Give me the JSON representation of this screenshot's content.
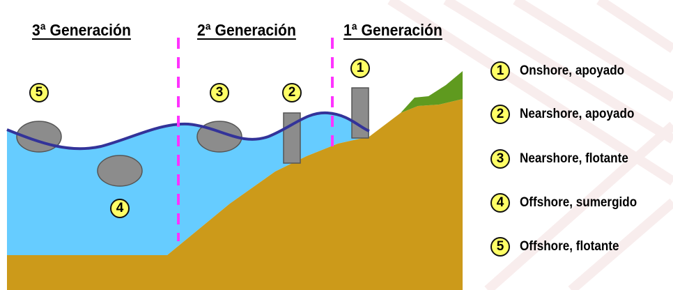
{
  "headings": {
    "gen3": "3ª Generación",
    "gen2": "2ª Generación",
    "gen1": "1ª Generación"
  },
  "markers": [
    "1",
    "2",
    "3",
    "4",
    "5"
  ],
  "legend": [
    {
      "number": "1",
      "text": "Onshore, apoyado"
    },
    {
      "number": "2",
      "text": "Nearshore, apoyado"
    },
    {
      "number": "3",
      "text": "Nearshore, flotante"
    },
    {
      "number": "4",
      "text": "Offshore, sumergido"
    },
    {
      "number": "5",
      "text": "Offshore, flotante"
    }
  ],
  "colors": {
    "water": "#66ccff",
    "wave": "#333399",
    "seabed": "#cc9a1a",
    "grass": "#5f9a1f",
    "device": "#8c8c8c",
    "divider": "#ff33ff",
    "badge_fill": "#ffff66"
  }
}
